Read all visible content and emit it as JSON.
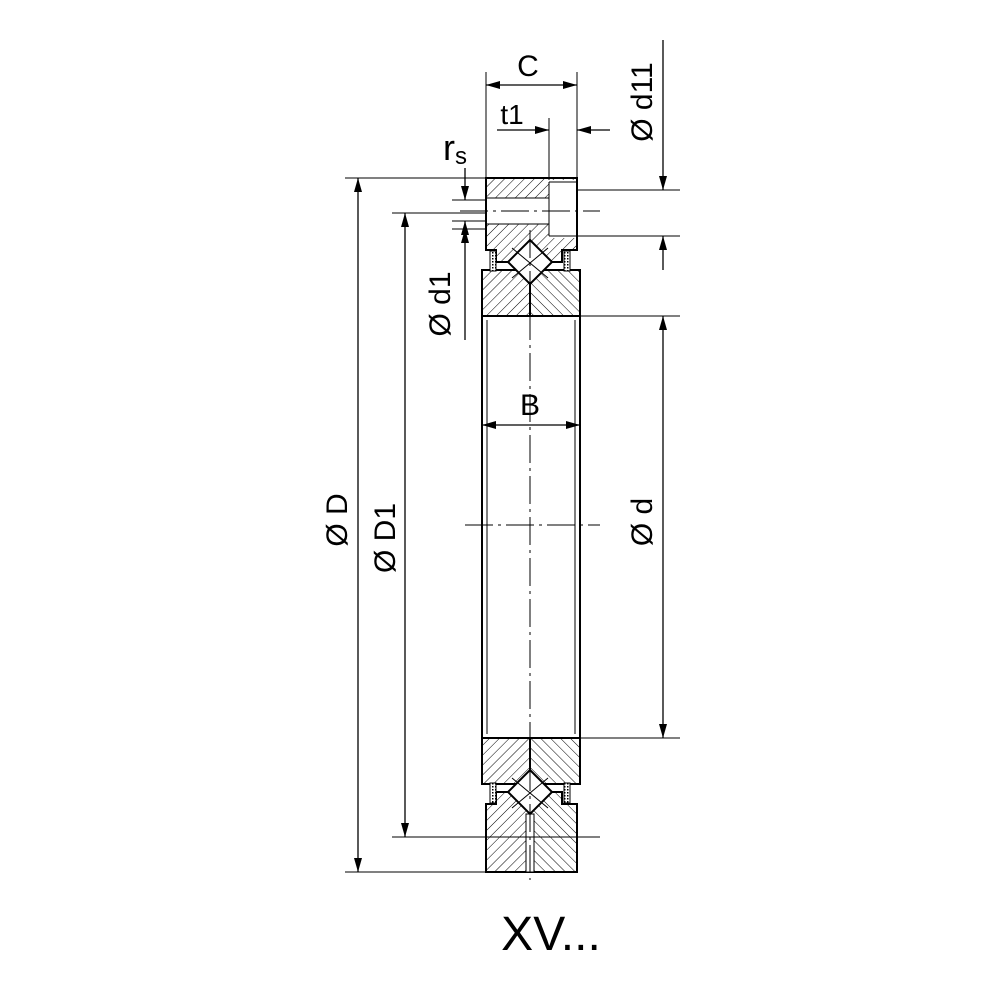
{
  "labels": {
    "C": "C",
    "t1": "t1",
    "rs_r": "r",
    "rs_sub": "s",
    "d11": "Ø d11",
    "d1": "Ø d1",
    "B": "B",
    "D": "Ø D",
    "D1": "Ø D1",
    "d": "Ø d",
    "model": "XV..."
  },
  "colors": {
    "ink": "#000000",
    "background": "#ffffff"
  }
}
